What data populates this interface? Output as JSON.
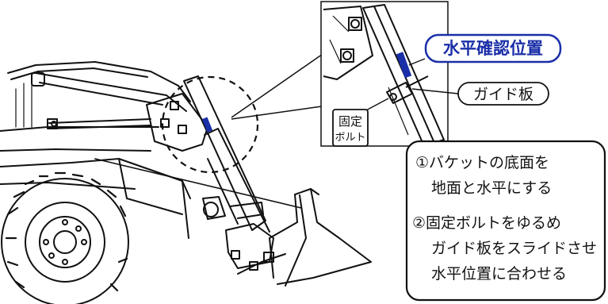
{
  "callouts": {
    "level_check_position": "水平確認位置",
    "guide_plate": "ガイド板",
    "fixing_bolt_line1": "固定",
    "fixing_bolt_line2": "ボルト"
  },
  "instructions": {
    "step1_line1": "①バケットの底面を",
    "step1_line2": "地面と水平にする",
    "step2_line1": "②固定ボルトをゆるめ",
    "step2_line2": "ガイド板をスライドさせ",
    "step2_line3": "水平位置に合わせる"
  },
  "colors": {
    "accent_blue": "#1a2fa8",
    "line": "#111111",
    "background": "#ffffff"
  }
}
